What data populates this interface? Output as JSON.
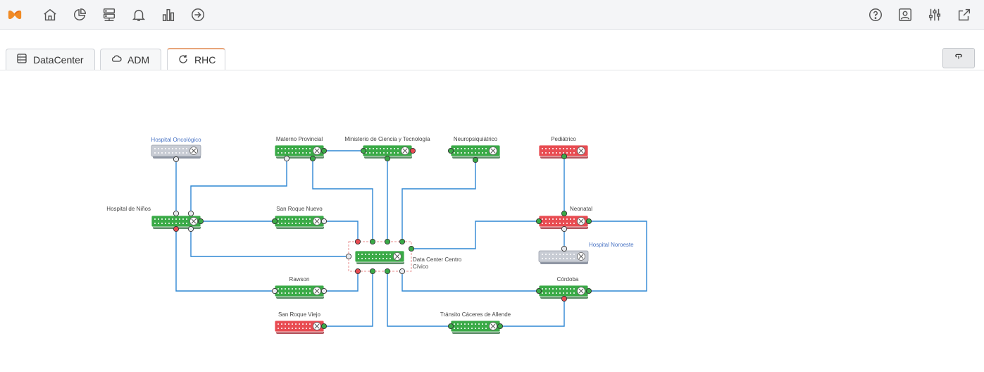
{
  "topbar": {
    "icons_left": [
      "logo-icon",
      "home-icon",
      "pie-chart-icon",
      "server-icon",
      "bell-icon",
      "bar-chart-icon",
      "arrow-right-circle-icon"
    ],
    "icons_right": [
      "help-icon",
      "user-box-icon",
      "sliders-icon",
      "external-link-icon"
    ]
  },
  "tabs": [
    {
      "label": "DataCenter",
      "icon": "database-icon"
    },
    {
      "label": "ADM",
      "icon": "cloud-icon"
    },
    {
      "label": "RHC",
      "icon": "refresh-icon",
      "active": true
    }
  ],
  "right_button": {
    "icon": "link-icon"
  },
  "colors": {
    "green": "#3aaa47",
    "red": "#e84c52",
    "gray": "#c8ccd4",
    "line": "#2f87d4"
  },
  "nodes": [
    {
      "id": "onco",
      "label": "Hospital Oncológico",
      "status": "gray",
      "label_style": "blue"
    },
    {
      "id": "materno",
      "label": "Materno Provincial",
      "status": "green"
    },
    {
      "id": "ministerio",
      "label": "Ministerio de Ciencia y Tecnología",
      "status": "green"
    },
    {
      "id": "neuro",
      "label": "Neuropsiquiátrico",
      "status": "green"
    },
    {
      "id": "pediatrico",
      "label": "Pediátrico",
      "status": "red"
    },
    {
      "id": "ninos",
      "label": "Hospital de Niños",
      "status": "green"
    },
    {
      "id": "sanroquenuevo",
      "label": "San Roque Nuevo",
      "status": "green"
    },
    {
      "id": "neonatal",
      "label": "Neonatal",
      "status": "red"
    },
    {
      "id": "noroeste",
      "label": "Hospital Noroeste",
      "status": "gray",
      "label_style": "blue"
    },
    {
      "id": "datacenter",
      "label": "Data Center Centro Cívico",
      "status": "green"
    },
    {
      "id": "rawson",
      "label": "Rawson",
      "status": "green"
    },
    {
      "id": "cordoba",
      "label": "Córdoba",
      "status": "green"
    },
    {
      "id": "sanroqueviejo",
      "label": "San Roque Viejo",
      "status": "red"
    },
    {
      "id": "transito",
      "label": "Tránsito Cáceres de Allende",
      "status": "green"
    }
  ]
}
